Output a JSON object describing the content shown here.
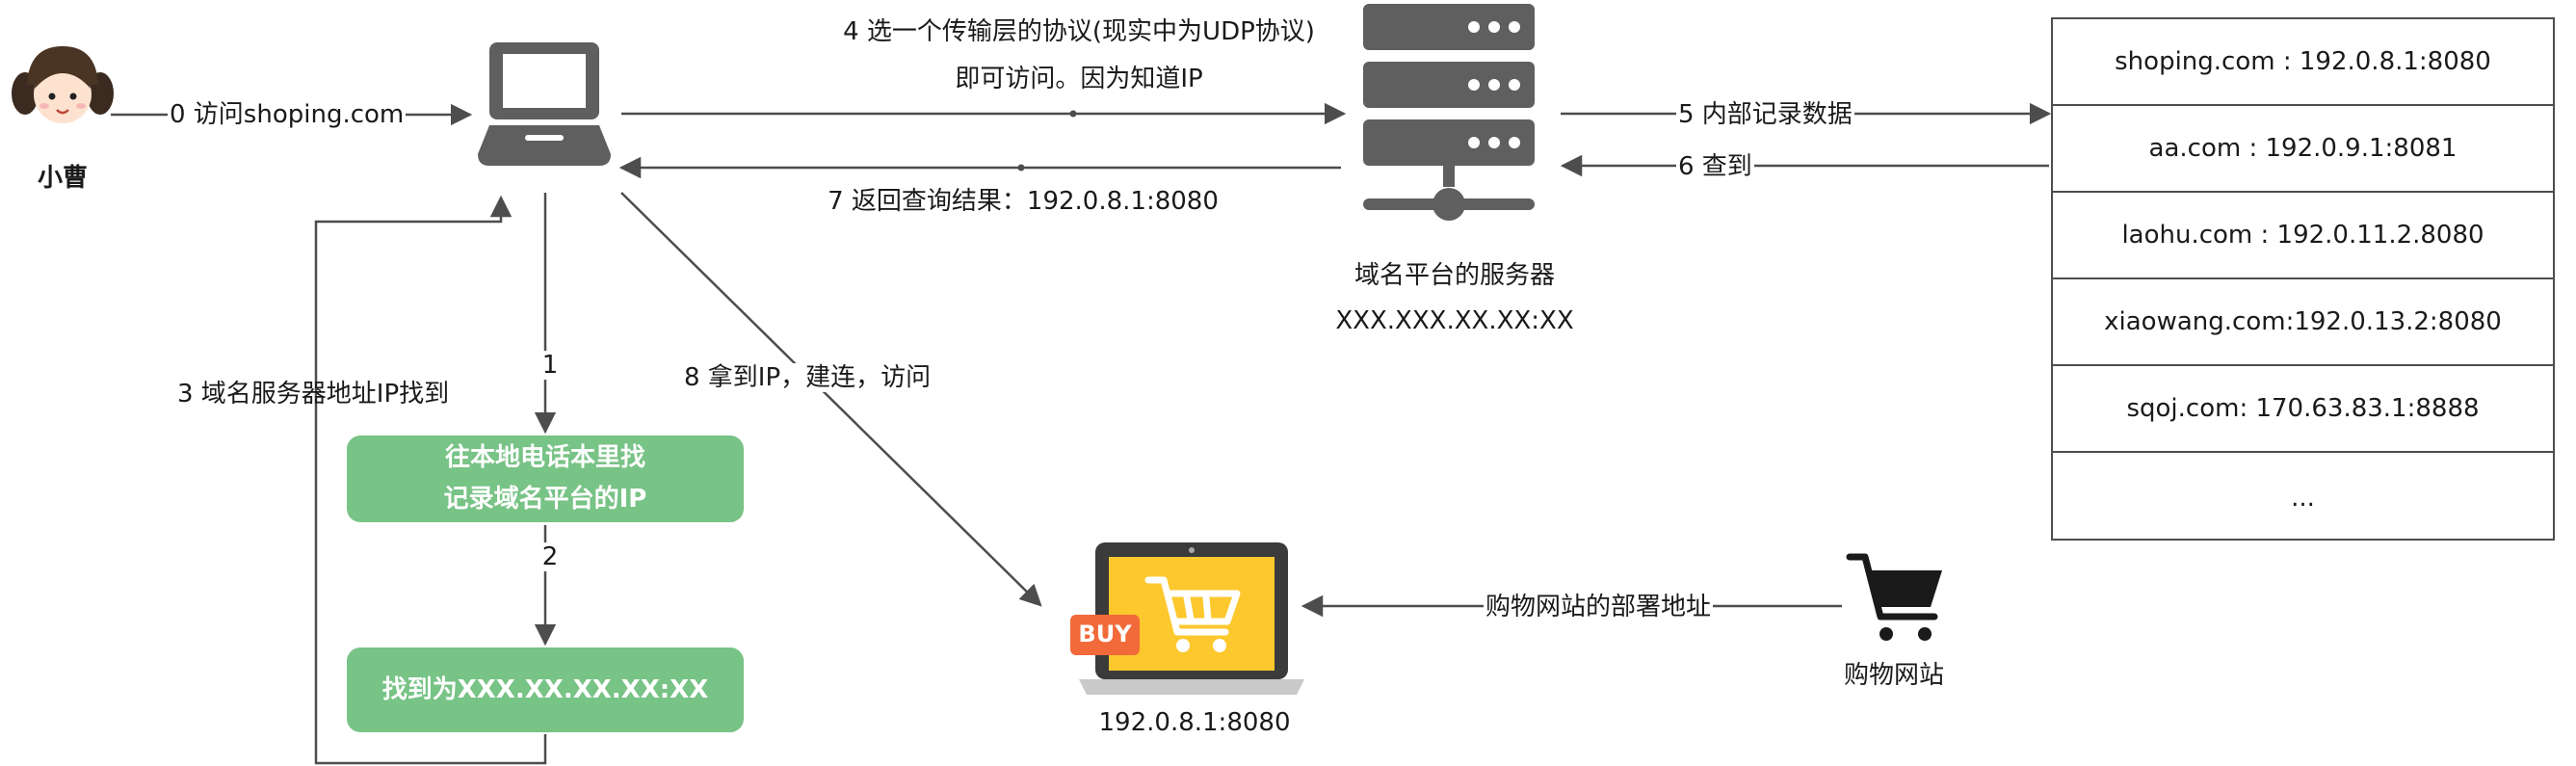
{
  "person": {
    "name": "小曹"
  },
  "labels": {
    "step0": "0 访问shoping.com",
    "step4_line1": "4 选一个传输层的协议(现实中为UDP协议)",
    "step4_line2": "即可访问。因为知道IP",
    "step7": "7 返回查询结果：192.0.8.1:8080",
    "step5": "5 内部记录数据",
    "step6": "6 查到",
    "step1": "1",
    "step2": "2",
    "step3": "3 域名服务器地址IP找到",
    "step8": "8 拿到IP，建连，访问",
    "deploy": "购物网站的部署地址"
  },
  "server": {
    "title": "域名平台的服务器",
    "address": "XXX.XXX.XX.XX:XX"
  },
  "local_box": {
    "line1": "往本地电话本里找",
    "line2": "记录域名平台的IP"
  },
  "found_box": {
    "text": "找到为XXX.XX.XX.XX:XX"
  },
  "shop_laptop": {
    "badge": "BUY",
    "address": "192.0.8.1:8080"
  },
  "shop_site": {
    "label": "购物网站"
  },
  "records": [
    "shoping.com : 192.0.8.1:8080",
    "aa.com : 192.0.9.1:8081",
    "laohu.com : 192.0.11.2.8080",
    "xiaowang.com:192.0.13.2:8080",
    "sqoj.com: 170.63.83.1:8888",
    "..."
  ],
  "colors": {
    "green": "#78c386",
    "icon_gray": "#5f5f5f",
    "screen_yellow": "#fcc82d",
    "buy_orange": "#f26a3a",
    "line": "#4d4d4d"
  },
  "icons": [
    "person-avatar-icon",
    "laptop-icon",
    "server-icon",
    "shop-laptop-icon",
    "shopping-cart-icon"
  ]
}
